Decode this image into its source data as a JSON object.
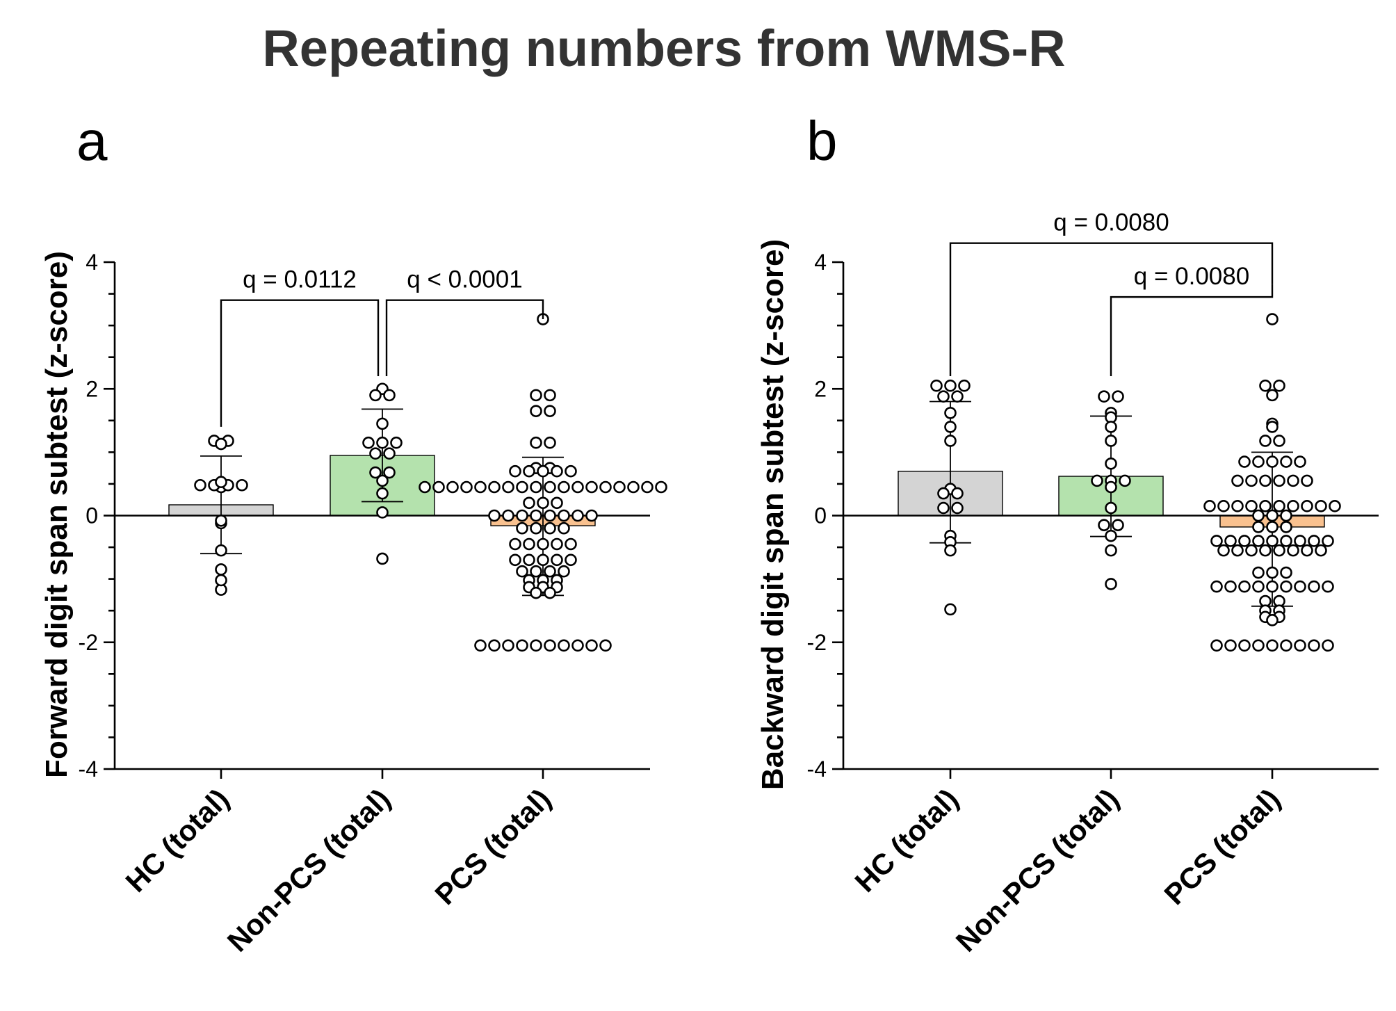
{
  "title": "Repeating numbers from WMS-R",
  "colors": {
    "hc": "#d4d4d4",
    "nonpcs": "#b4e2ad",
    "pcs": "#f9c18f"
  },
  "chart_data": [
    {
      "panel": "a",
      "type": "bar",
      "ylabel": "Forward digit span subtest (z-score)",
      "ylim": [
        -4,
        4
      ],
      "yticks": [
        "4",
        "2",
        "0",
        "-2",
        "-4"
      ],
      "categories": [
        "HC (total)",
        "Non-PCS (total)",
        "PCS (total)"
      ],
      "means": [
        0.17,
        0.95,
        -0.16
      ],
      "errors": [
        [
          -0.6,
          0.94
        ],
        [
          0.22,
          1.68
        ],
        [
          -1.26,
          0.92
        ]
      ],
      "points": [
        [
          1.18,
          1.18,
          1.13,
          0.45,
          0.48,
          0.53,
          0.48,
          0.48,
          0.48,
          -0.12,
          -0.08,
          -0.55,
          -0.85,
          -1.17,
          -1.02
        ],
        [
          2.0,
          1.9,
          1.9,
          1.45,
          1.15,
          1.15,
          1.15,
          0.98,
          0.98,
          0.68,
          0.55,
          0.68,
          0.35,
          0.05,
          -0.68
        ],
        [
          3.1,
          1.9,
          1.9,
          1.65,
          1.65,
          1.15,
          1.15,
          0.75,
          0.75,
          0.7,
          0.7,
          0.7,
          0.7,
          0.7,
          0.45,
          0.45,
          0.45,
          0.45,
          0.45,
          0.45,
          0.45,
          0.45,
          0.45,
          0.45,
          0.45,
          0.45,
          0.45,
          0.45,
          0.45,
          0.45,
          0.45,
          0.45,
          0.2,
          0.2,
          0.2,
          0.0,
          0.0,
          0.0,
          0.0,
          0.0,
          0.0,
          0.0,
          0.0,
          -0.2,
          -0.2,
          -0.2,
          -0.2,
          -0.45,
          -0.45,
          -0.45,
          -0.45,
          -0.45,
          -0.7,
          -0.7,
          -0.7,
          -0.7,
          -0.7,
          -0.88,
          -0.88,
          -0.88,
          -0.88,
          -1.02,
          -1.02,
          -1.02,
          -1.13,
          -1.13,
          -1.13,
          -1.22,
          -1.22,
          -2.05,
          -2.05,
          -2.05,
          -2.05,
          -2.05,
          -2.05,
          -2.05,
          -2.05,
          -2.05,
          -2.05
        ],
        []
      ],
      "comparisons": [
        {
          "from": 0,
          "to": 1,
          "label": "q = 0.0112",
          "level": 3.4
        },
        {
          "from": 1,
          "to": 2,
          "label": "q < 0.0001",
          "level": 3.4
        }
      ]
    },
    {
      "panel": "b",
      "type": "bar",
      "ylabel": "Backward digit span subtest (z-score)",
      "ylim": [
        -4,
        4
      ],
      "yticks": [
        "4",
        "2",
        "0",
        "-2",
        "-4"
      ],
      "categories": [
        "HC (total)",
        "Non-PCS (total)",
        "PCS (total)"
      ],
      "means": [
        0.7,
        0.62,
        -0.18
      ],
      "errors": [
        [
          -0.43,
          1.8
        ],
        [
          -0.33,
          1.57
        ],
        [
          -1.43,
          1.0
        ]
      ],
      "points": [
        [
          2.05,
          2.05,
          2.05,
          1.88,
          1.88,
          1.62,
          1.4,
          1.18,
          0.42,
          0.35,
          0.35,
          0.12,
          0.12,
          -0.32,
          -0.42,
          -0.55,
          -1.48
        ],
        [
          1.88,
          1.88,
          1.62,
          1.55,
          1.4,
          1.18,
          0.82,
          0.55,
          0.55,
          0.55,
          0.45,
          0.12,
          -0.15,
          -0.15,
          -0.32,
          -0.55,
          -1.08
        ],
        [
          3.1,
          2.05,
          2.05,
          1.9,
          1.45,
          1.4,
          1.18,
          1.18,
          0.85,
          0.85,
          0.85,
          0.85,
          0.85,
          0.55,
          0.55,
          0.55,
          0.55,
          0.55,
          0.55,
          0.15,
          0.15,
          0.15,
          0.15,
          0.15,
          0.15,
          0.15,
          0.15,
          0.15,
          0.15,
          0.0,
          0.0,
          0.0,
          -0.18,
          -0.18,
          -0.18,
          -0.4,
          -0.4,
          -0.4,
          -0.4,
          -0.4,
          -0.4,
          -0.4,
          -0.4,
          -0.4,
          -0.55,
          -0.55,
          -0.55,
          -0.55,
          -0.55,
          -0.55,
          -0.55,
          -0.55,
          -0.9,
          -0.9,
          -0.9,
          -1.12,
          -1.12,
          -1.12,
          -1.12,
          -1.12,
          -1.12,
          -1.12,
          -1.12,
          -1.12,
          -1.35,
          -1.35,
          -1.5,
          -1.5,
          -1.6,
          -1.6,
          -1.65,
          -2.05,
          -2.05,
          -2.05,
          -2.05,
          -2.05,
          -2.05,
          -2.05,
          -2.05,
          -2.05
        ],
        []
      ],
      "comparisons": [
        {
          "from": 0,
          "to": 2,
          "label": "q = 0.0080",
          "level": 4.3
        },
        {
          "from": 1,
          "to": 2,
          "label": "q = 0.0080",
          "level": 3.45
        }
      ]
    }
  ]
}
